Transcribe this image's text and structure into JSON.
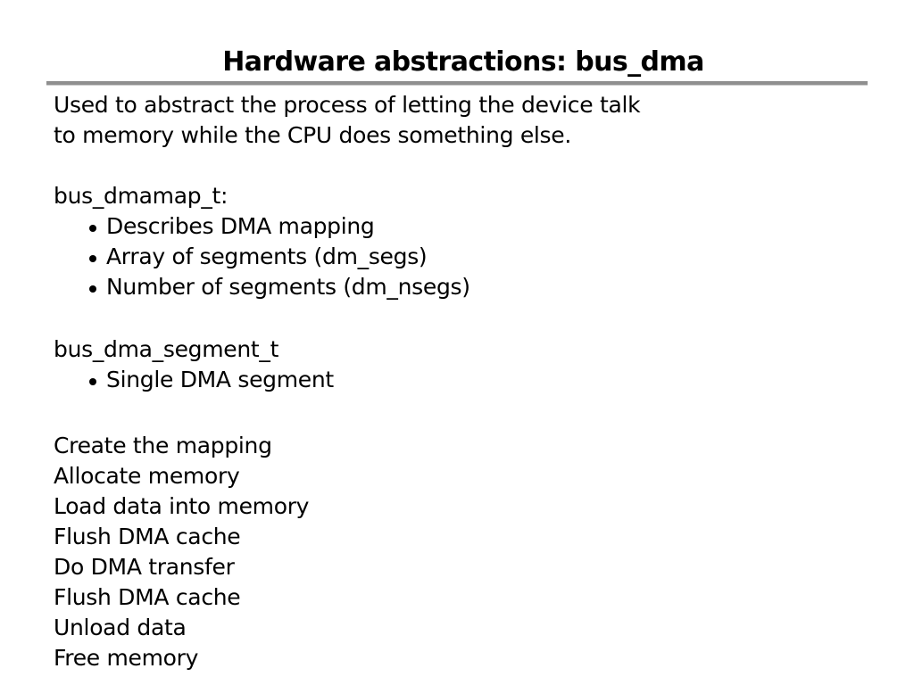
{
  "slide": {
    "title": "Hardware abstractions: bus_dma",
    "intro": [
      "Used to abstract the process of letting the device talk",
      "to memory while the CPU does something else."
    ],
    "dmamap": {
      "heading": "bus_dmamap_t:",
      "bullets": [
        "Describes DMA mapping",
        "Array of segments (dm_segs)",
        "Number of segments (dm_nsegs)"
      ]
    },
    "segment": {
      "heading": "bus_dma_segment_t",
      "bullets": [
        "Single DMA segment"
      ]
    },
    "steps": [
      "Create the mapping",
      "Allocate memory",
      "Load data into memory",
      "Flush DMA cache",
      "Do DMA transfer",
      "Flush DMA cache",
      "Unload data",
      "Free memory"
    ]
  }
}
